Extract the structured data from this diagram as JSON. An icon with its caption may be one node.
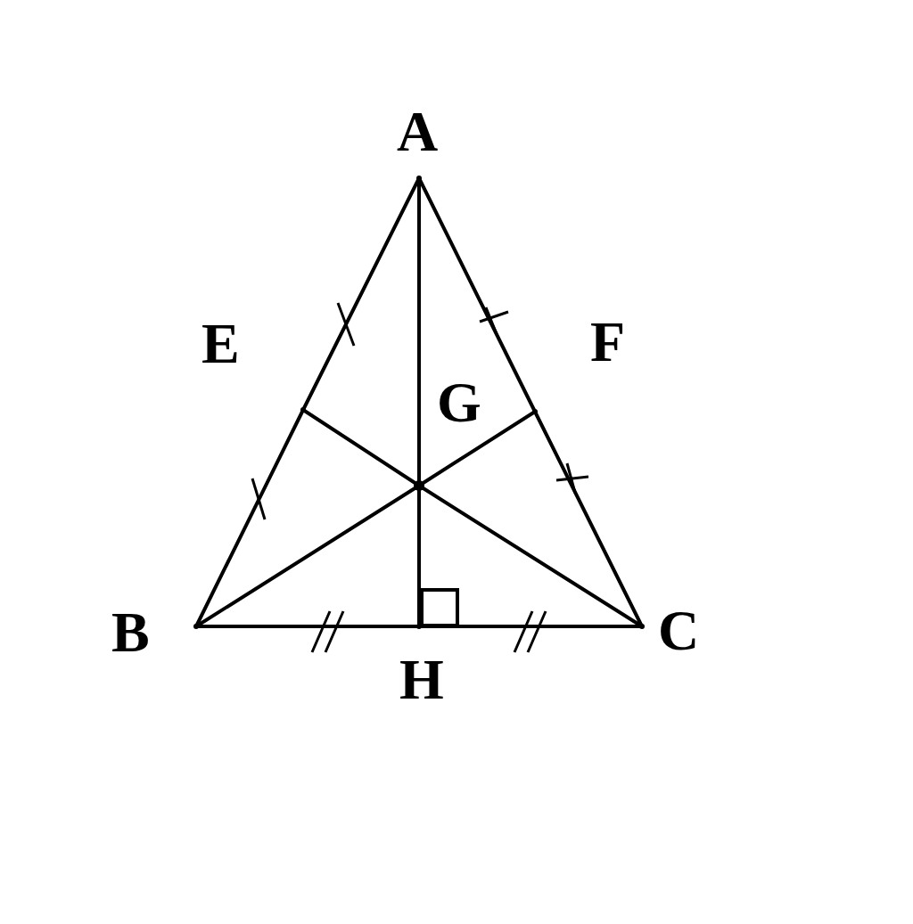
{
  "diagram": {
    "nodes": [
      {
        "text": [
          "A"
        ]
      },
      {
        "text": [
          "B"
        ]
      },
      {
        "text": [
          "C"
        ]
      },
      {
        "text": [
          "E"
        ]
      },
      {
        "text": [
          "F"
        ]
      },
      {
        "text": [
          "G"
        ]
      },
      {
        "text": [
          "H"
        ]
      }
    ],
    "edges": [
      {
        "from": 0,
        "to": 3,
        "arrow": "none"
      },
      {
        "from": 3,
        "to": 1,
        "arrow": "none"
      },
      {
        "from": 0,
        "to": 4,
        "arrow": "none"
      },
      {
        "from": 4,
        "to": 2,
        "arrow": "none"
      },
      {
        "from": 1,
        "to": 6,
        "arrow": "none"
      },
      {
        "from": 6,
        "to": 2,
        "arrow": "none"
      },
      {
        "from": 0,
        "to": 5,
        "arrow": "none"
      },
      {
        "from": 6,
        "to": 5,
        "arrow": "none"
      },
      {
        "from": 1,
        "to": 5,
        "arrow": "none"
      },
      {
        "from": 4,
        "to": 5,
        "arrow": "none"
      },
      {
        "from": 2,
        "to": 5,
        "arrow": "none"
      },
      {
        "from": 3,
        "to": 5,
        "arrow": "none"
      }
    ]
  }
}
